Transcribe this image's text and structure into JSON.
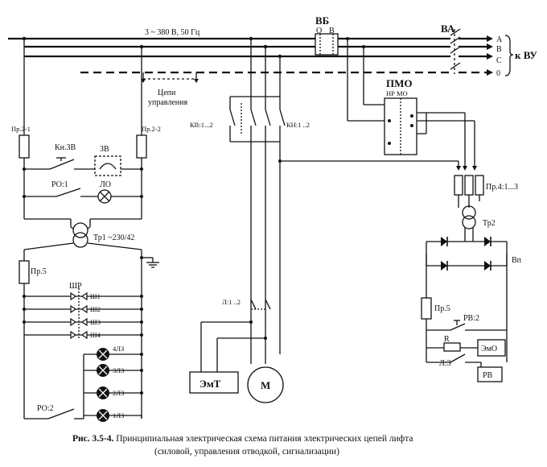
{
  "labels": {
    "supply": "3 ~ 380 В, 50 Гц",
    "vb": "ВБ",
    "vb_o": "О",
    "vb_v": "В",
    "va": "ВА",
    "phase_a": "A",
    "phase_b": "B",
    "phase_c": "C",
    "neutral": "0",
    "to_vu": "к ВУ",
    "control_circuits_1": "Цепи",
    "control_circuits_2": "управления",
    "pmo": "ПМО",
    "pmo_nr_mo": "НР  МО",
    "kv": "КВ:1...2",
    "kn": "КН:1 ..2",
    "fuse_pr21": "Пр.2-1",
    "fuse_pr22": "Пр.2-2",
    "kn3v": "Кн.3В",
    "zv": "ЗВ",
    "ro1": "РО:1",
    "lo": "ЛО",
    "tr1": "Тр1 ~230/42",
    "pr5_left": "Пр.5",
    "shr": "ШР",
    "sh1": "Ш1",
    "sh2": "Ш2",
    "sh3": "Ш3",
    "sh4": "Ш4",
    "l3_4": "4ЛЗ",
    "l3_3": "3ЛЗ",
    "l3_2": "2ЛЗ",
    "l3_1": "1ЛЗ",
    "ro2": "РО:2",
    "l12": "Л:1 ..2",
    "emt": "ЭмТ",
    "motor": "M",
    "pr4": "Пр.4:1...3",
    "tr2": "Тр2",
    "vp": "Вп",
    "pr5_right": "Пр.5",
    "rv2": "РВ:2",
    "r": "R",
    "emo": "ЭмО",
    "l3": "Л:3",
    "rv": "РВ"
  },
  "caption": {
    "prefix": "Рис. 3.5-4.",
    "line1": " Принципиальная электрическая схема питания электрических цепей лифта",
    "line2": "(силовой, управления отводкой, сигнализации)"
  }
}
